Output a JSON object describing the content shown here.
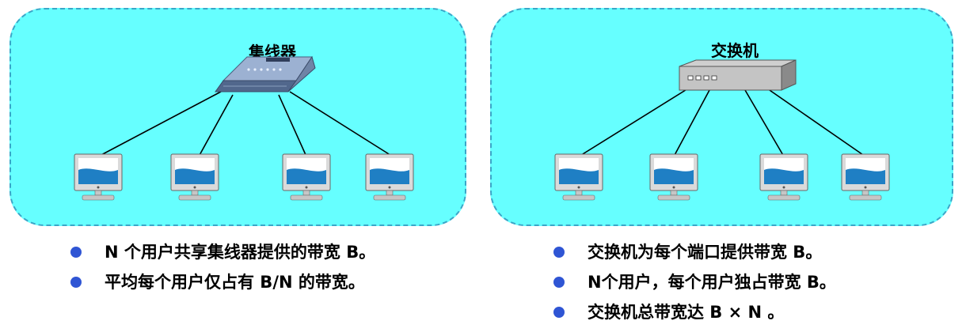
{
  "hub_panel": {
    "device_label": "集线器",
    "bullets": [
      "N 个用户共享集线器提供的带宽 B。",
      "平均每个用户仅占有 B/N 的带宽。"
    ]
  },
  "switch_panel": {
    "device_label": "交换机",
    "bullets": [
      "交换机为每个端口提供带宽 B。",
      "N个用户，每个用户独占带宽 B。",
      "交换机总带宽达 B × N 。"
    ]
  },
  "colors": {
    "panel_fill": "#66ffff",
    "panel_border": "#3aa6c8",
    "bullet": "#2f55d4",
    "screen": "#1f7fc4"
  }
}
